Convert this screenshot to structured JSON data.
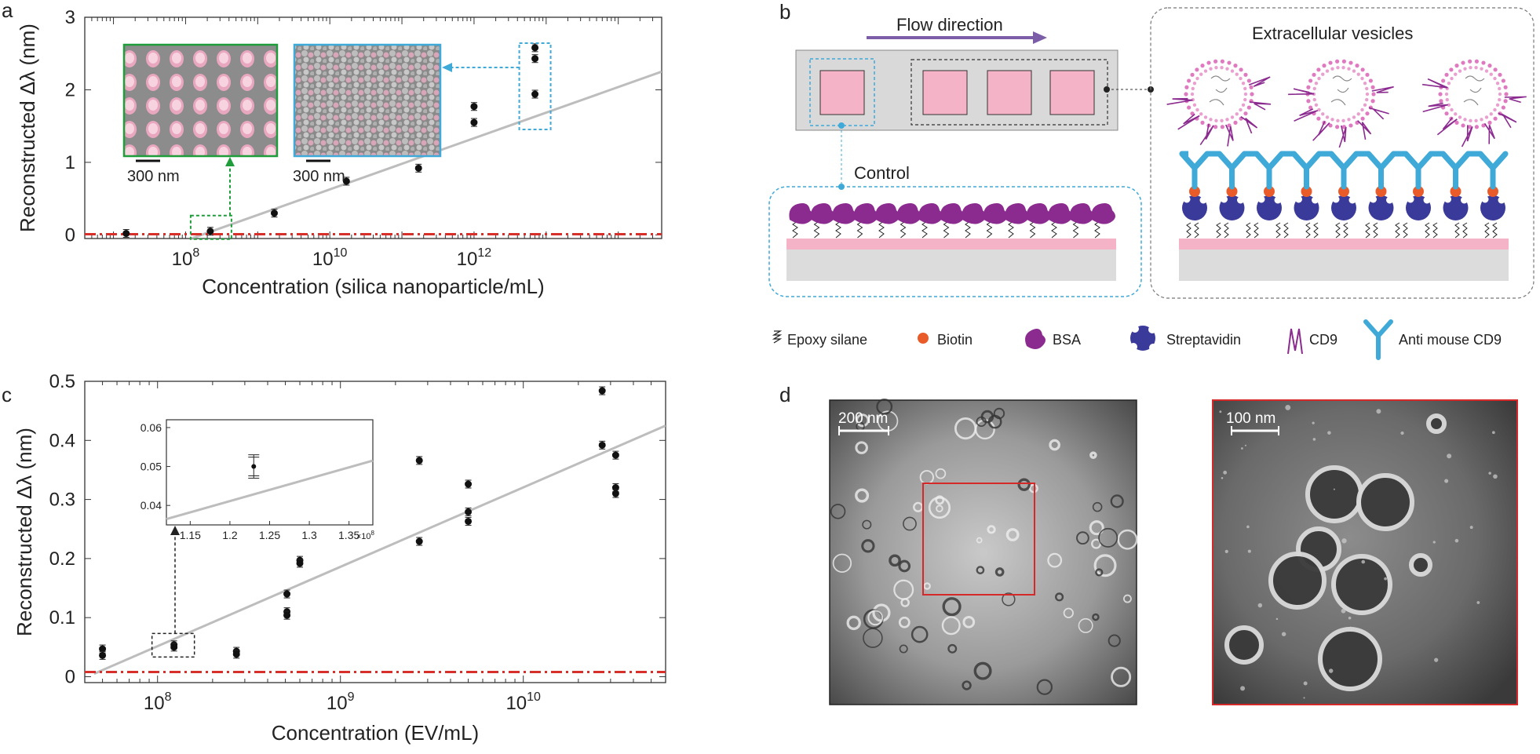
{
  "panels": {
    "a": {
      "letter": "a",
      "ylabel": "Reconstructed Δλ (nm)",
      "xlabel": "Concentration (silica nanoparticle/mL)",
      "yticks": [
        "0",
        "1",
        "2",
        "3"
      ],
      "xticks": [
        {
          "base": "10",
          "exp": "8"
        },
        {
          "base": "10",
          "exp": "10"
        },
        {
          "base": "10",
          "exp": "12"
        }
      ],
      "inset_left_scale": "300 nm",
      "inset_right_scale": "300 nm"
    },
    "b": {
      "letter": "b",
      "flow": "Flow direction",
      "control": "Control",
      "ev_title": "Extracellular vesicles",
      "legend": [
        "Epoxy silane",
        "Biotin",
        "BSA",
        "Streptavidin",
        "CD9",
        "Anti mouse CD9"
      ]
    },
    "c": {
      "letter": "c",
      "ylabel": "Reconstructed Δλ (nm)",
      "xlabel": "Concentration (EV/mL)",
      "yticks": [
        "0",
        "0.1",
        "0.2",
        "0.3",
        "0.4",
        "0.5"
      ],
      "xticks": [
        {
          "base": "10",
          "exp": "8"
        },
        {
          "base": "10",
          "exp": "9"
        },
        {
          "base": "10",
          "exp": "10"
        }
      ],
      "inset_yticks": [
        "0.04",
        "0.05",
        "0.06"
      ],
      "inset_xticks": [
        "1.15",
        "1.2",
        "1.25",
        "1.3",
        "1.35"
      ],
      "inset_xmult": "×10",
      "inset_xmult_exp": "8"
    },
    "d": {
      "letter": "d",
      "scale_left": "200 nm",
      "scale_right": "100 nm"
    }
  },
  "colors": {
    "fit": "#bdbdbd",
    "threshold": "#d7302a",
    "green": "#1f9d3a",
    "blue": "#3fa9d8",
    "pink": "#f4b3c6",
    "purple": "#8b2a8f",
    "navy": "#3a3a9a",
    "orange": "#ea5b2a",
    "flow_arrow": "#7b5ea7",
    "red_box": "#d62828"
  },
  "chart_data": [
    {
      "type": "scatter",
      "panel": "a",
      "title": "",
      "xlabel": "Concentration (silica nanoparticle/mL)",
      "ylabel": "Reconstructed Δλ (nm)",
      "xscale": "log",
      "xlim": [
        4000000.0,
        400000000000000.0
      ],
      "ylim": [
        -0.05,
        3
      ],
      "grid": false,
      "points": [
        {
          "x": 15000000.0,
          "y": 0.02
        },
        {
          "x": 220000000.0,
          "y": 0.05
        },
        {
          "x": 1700000000.0,
          "y": 0.3
        },
        {
          "x": 17000000000.0,
          "y": 0.74
        },
        {
          "x": 170000000000.0,
          "y": 0.92
        },
        {
          "x": 1000000000000.0,
          "y": 1.77
        },
        {
          "x": 1000000000000.0,
          "y": 1.55
        },
        {
          "x": 7000000000000.0,
          "y": 2.58
        },
        {
          "x": 7000000000000.0,
          "y": 2.43
        },
        {
          "x": 7000000000000.0,
          "y": 1.94
        }
      ],
      "fit_line": [
        {
          "x": 120000000.0,
          "y": -0.05
        },
        {
          "x": 400000000000000.0,
          "y": 2.25
        }
      ],
      "threshold": 0.01
    },
    {
      "type": "scatter",
      "panel": "c",
      "title": "",
      "xlabel": "Concentration (EV/mL)",
      "ylabel": "Reconstructed Δλ (nm)",
      "xscale": "log",
      "xlim": [
        40000000.0,
        60000000000.0
      ],
      "ylim": [
        -0.01,
        0.5
      ],
      "grid": false,
      "points": [
        {
          "x": 50000000.0,
          "y": 0.047
        },
        {
          "x": 50000000.0,
          "y": 0.036
        },
        {
          "x": 123000000.0,
          "y": 0.054
        },
        {
          "x": 123000000.0,
          "y": 0.05
        },
        {
          "x": 270000000.0,
          "y": 0.043
        },
        {
          "x": 270000000.0,
          "y": 0.038
        },
        {
          "x": 510000000.0,
          "y": 0.14
        },
        {
          "x": 510000000.0,
          "y": 0.11
        },
        {
          "x": 510000000.0,
          "y": 0.104
        },
        {
          "x": 600000000.0,
          "y": 0.197
        },
        {
          "x": 600000000.0,
          "y": 0.192
        },
        {
          "x": 2700000000.0,
          "y": 0.366
        },
        {
          "x": 2700000000.0,
          "y": 0.229
        },
        {
          "x": 5000000000.0,
          "y": 0.326
        },
        {
          "x": 5000000000.0,
          "y": 0.279
        },
        {
          "x": 5000000000.0,
          "y": 0.263
        },
        {
          "x": 27000000000.0,
          "y": 0.484
        },
        {
          "x": 27000000000.0,
          "y": 0.392
        },
        {
          "x": 32000000000.0,
          "y": 0.375
        },
        {
          "x": 32000000000.0,
          "y": 0.32
        },
        {
          "x": 32000000000.0,
          "y": 0.31
        }
      ],
      "fit_line": [
        {
          "x": 45000000.0,
          "y": 0.005
        },
        {
          "x": 60000000000.0,
          "y": 0.425
        }
      ],
      "threshold": 0.008,
      "inset": {
        "xlim": [
          112000000.0,
          138000000.0
        ],
        "ylim": [
          0.035,
          0.062
        ],
        "point": {
          "x": 123000000.0,
          "y": 0.05,
          "err": 0.003
        },
        "fit_line": [
          {
            "x": 112000000.0,
            "y": 0.0365
          },
          {
            "x": 138000000.0,
            "y": 0.0515
          }
        ]
      }
    }
  ]
}
